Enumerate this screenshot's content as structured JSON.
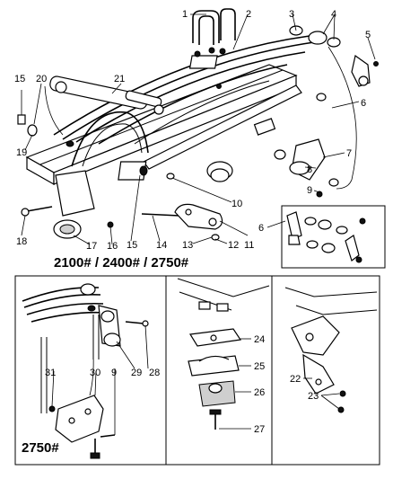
{
  "main": {
    "callouts": [
      "1",
      "2",
      "3",
      "4",
      "5",
      "6",
      "7",
      "8",
      "9",
      "10",
      "11",
      "12",
      "13",
      "14",
      "15",
      "16",
      "17",
      "18",
      "19",
      "20",
      "21",
      "6"
    ],
    "caption": "2100# / 2400# / 2750#"
  },
  "panel_a": {
    "callouts": [
      "28",
      "29",
      "9",
      "30",
      "31"
    ],
    "caption": "2750#"
  },
  "panel_b": {
    "callouts": [
      "24",
      "25",
      "26",
      "27"
    ]
  },
  "panel_c": {
    "callouts": [
      "22",
      "23"
    ]
  }
}
